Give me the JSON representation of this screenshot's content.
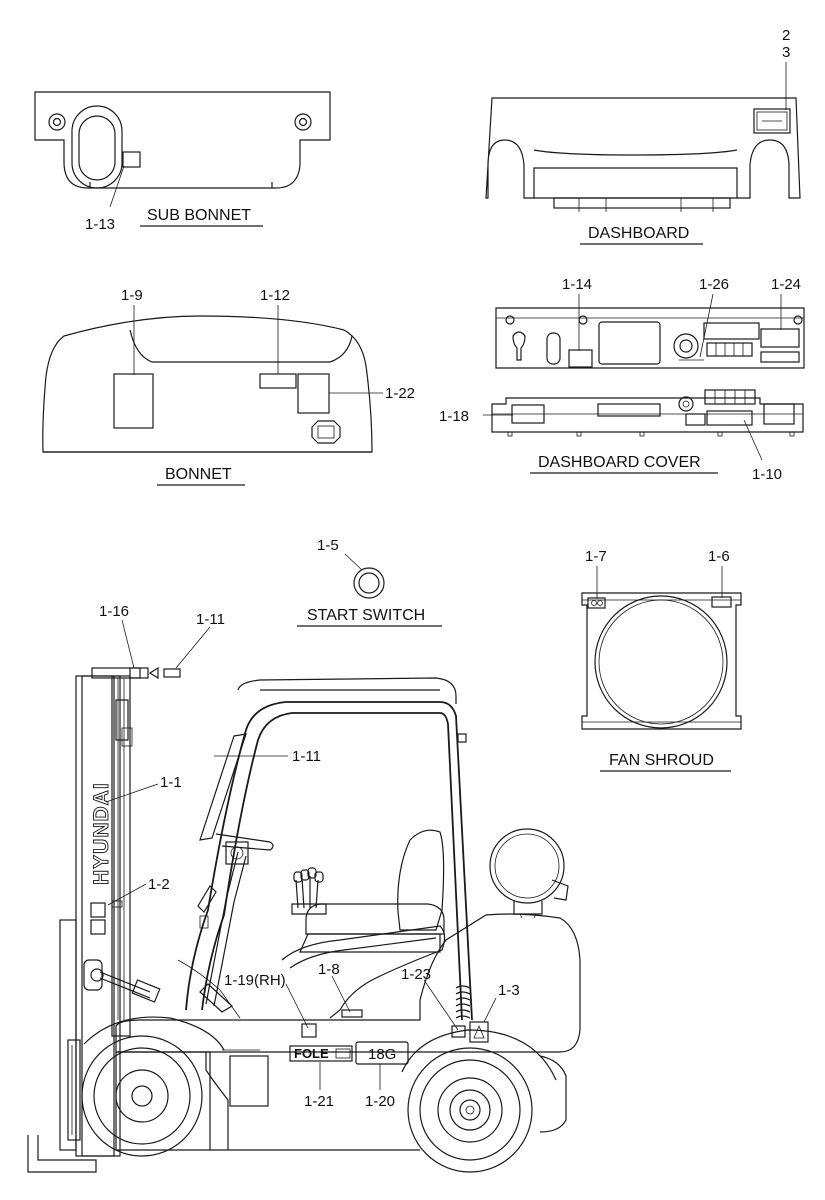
{
  "views": {
    "sub_bonnet": "SUB BONNET",
    "dashboard": "DASHBOARD",
    "bonnet": "BONNET",
    "dashboard_cover": "DASHBOARD COVER",
    "start_switch": "START SWITCH",
    "fan_shroud": "FAN SHROUD"
  },
  "callouts": {
    "c2": "2",
    "c3": "3",
    "c1_13": "1-13",
    "c1_9": "1-9",
    "c1_12": "1-12",
    "c1_22": "1-22",
    "c1_14": "1-14",
    "c1_26": "1-26",
    "c1_24": "1-24",
    "c1_18": "1-18",
    "c1_10": "1-10",
    "c1_5": "1-5",
    "c1_7": "1-7",
    "c1_6": "1-6",
    "c1_16": "1-16",
    "c1_11a": "1-11",
    "c1_11b": "1-11",
    "c1_1": "1-1",
    "c1_2": "1-2",
    "c1_19": "1-19(RH)",
    "c1_8": "1-8",
    "c1_23": "1-23",
    "c1_3": "1-3",
    "c1_21": "1-21",
    "c1_20": "1-20"
  },
  "decals": {
    "mast_brand": "HYUNDAI",
    "model_badge": "18G",
    "series_logo": "FOLE"
  }
}
